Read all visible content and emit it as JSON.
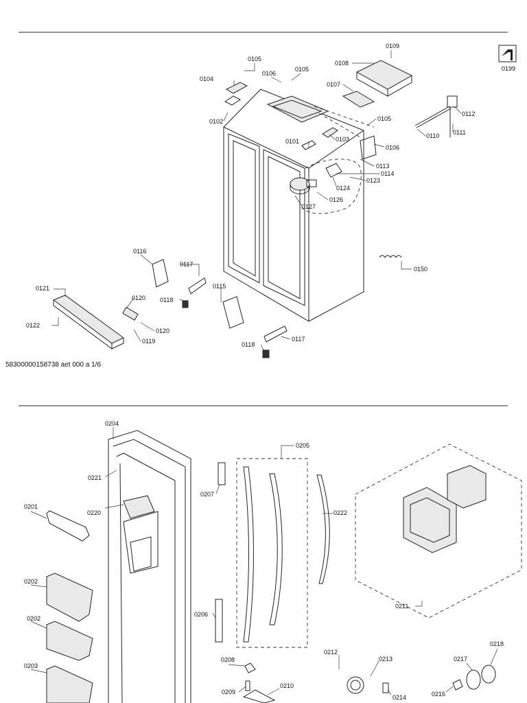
{
  "doc_code": "58300000158738 aet 000 a 1/6",
  "service_icon": "service-tool-icon",
  "labels": {
    "p0101": "0101",
    "p0102": "0102",
    "p0103": "0103",
    "p0104": "0104",
    "p0105a": "0105",
    "p0105b": "0105",
    "p0105c": "0105",
    "p0106a": "0106",
    "p0106b": "0106",
    "p0107": "0107",
    "p0108": "0108",
    "p0109": "0109",
    "p0110": "0110",
    "p0111": "0111",
    "p0112": "0112",
    "p0113": "0113",
    "p0114": "0114",
    "p0115": "0115",
    "p0116": "0116",
    "p0117a": "0117",
    "p0117b": "0117",
    "p0118a": "0118",
    "p0118b": "0118",
    "p0119": "0119",
    "p0120a": "0120",
    "p0120b": "0120",
    "p0121": "0121",
    "p0122": "0122",
    "p0123": "0123",
    "p0124": "0124",
    "p0126": "0126",
    "p0127": "0127",
    "p0150": "0150",
    "p0199": "0199",
    "p0201": "0201",
    "p0202a": "0202",
    "p0202b": "0202",
    "p0203": "0203",
    "p0204": "0204",
    "p0205": "0205",
    "p0206": "0206",
    "p0207": "0207",
    "p0208": "0208",
    "p0209": "0209",
    "p0210": "0210",
    "p0211": "0211",
    "p0212": "0212",
    "p0213": "0213",
    "p0214": "0214",
    "p0216": "0216",
    "p0217": "0217",
    "p0218": "0218",
    "p0220": "0220",
    "p0221": "0221",
    "p0222": "0222"
  }
}
